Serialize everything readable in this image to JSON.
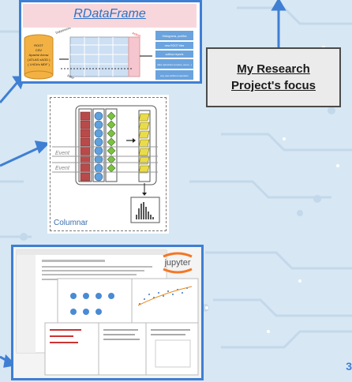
{
  "rdataframe": {
    "title": "RDataFrame",
    "source_labels": [
      "ROOT",
      "CSV",
      "Apache Arrow",
      "( ATLAS xAOD )",
      "( LHCb's MDF )"
    ],
    "dataset_label": "Datasource",
    "outputs": [
      "Histograms, profiles",
      "new ROOT files",
      "cutflow reports",
      "data reductions (means, sums...)",
      "any user-defined operation"
    ],
    "action_label": "Action",
    "filter_label": "Filter"
  },
  "columnar": {
    "label": "Columnar",
    "event_labels": [
      "Event",
      "Event"
    ]
  },
  "jupyter": {
    "logo_text": "jupyter"
  },
  "focus": {
    "line1": "My Research",
    "line2": "Project's focus"
  },
  "page_number": "3"
}
